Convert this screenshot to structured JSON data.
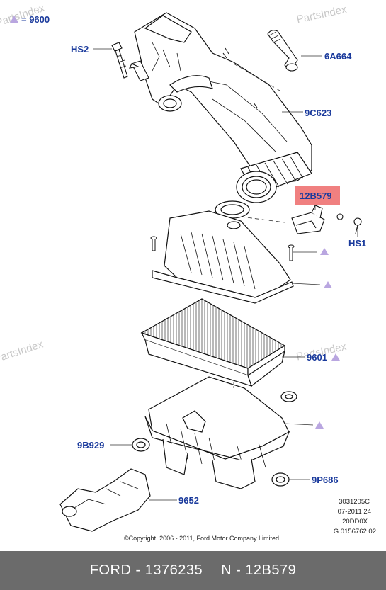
{
  "legend": {
    "symbol": "triangle",
    "equals": "= 9600"
  },
  "watermark": "PartsIndex",
  "parts": [
    {
      "id": "hs2",
      "label": "HS2"
    },
    {
      "id": "6a664",
      "label": "6A664"
    },
    {
      "id": "9c623",
      "label": "9C623"
    },
    {
      "id": "12b579",
      "label": "12B579",
      "highlighted": true
    },
    {
      "id": "hs1",
      "label": "HS1"
    },
    {
      "id": "9601",
      "label": "9601"
    },
    {
      "id": "9b929",
      "label": "9B929"
    },
    {
      "id": "9p686",
      "label": "9P686"
    },
    {
      "id": "9652",
      "label": "9652"
    }
  ],
  "ref_codes": [
    "3031205C",
    "07-2011 24",
    "20DD0X",
    "G 0156762 02"
  ],
  "copyright": "©Copyright, 2006 - 2011, Ford Motor Company Limited",
  "footer": {
    "left": "FORD - 1376235",
    "right": "N - 12B579"
  },
  "colors": {
    "label_blue": "#1a3a9c",
    "triangle": "#b9a6e0",
    "highlight": "#f08080",
    "footer_bg": "#6b6b6b"
  }
}
